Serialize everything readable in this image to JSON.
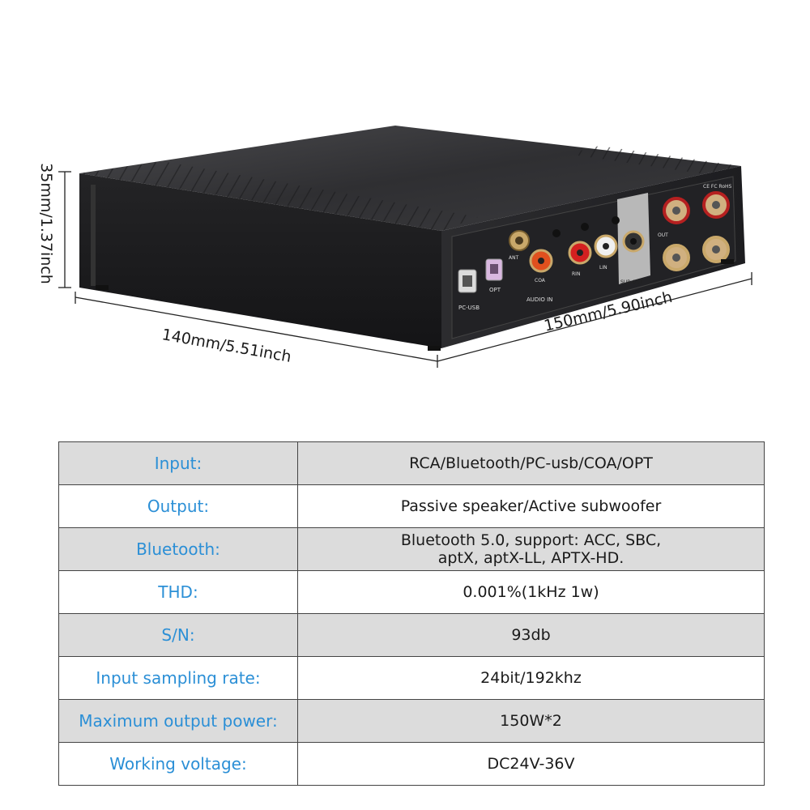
{
  "dimensions": {
    "height": "35mm/1.37inch",
    "width": "140mm/5.51inch",
    "depth": "150mm/5.90inch"
  },
  "panel_labels": {
    "usb": "PC-USB",
    "opt": "OPT",
    "ant": "ANT",
    "coa": "COA",
    "rin": "RIN",
    "lin": "LIN",
    "audio_in": "AUDIO IN",
    "sub_out": "SUB-OUT",
    "out": "OUT",
    "cert": "CE FC RoHS"
  },
  "specs": [
    {
      "label": "Input:",
      "value": [
        "RCA/Bluetooth/PC-usb/COA/OPT"
      ]
    },
    {
      "label": "Output:",
      "value": [
        "Passive speaker/Active subwoofer"
      ]
    },
    {
      "label": "Bluetooth:",
      "value": [
        "Bluetooth 5.0, support: ACC, SBC,",
        "aptX, aptX-LL, APTX-HD."
      ]
    },
    {
      "label": "THD:",
      "value": [
        "0.001%(1kHz 1w)"
      ]
    },
    {
      "label": "S/N:",
      "value": [
        "93db"
      ]
    },
    {
      "label": "Input sampling rate:",
      "value": [
        "24bit/192khz"
      ]
    },
    {
      "label": "Maximum output power:",
      "value": [
        "150W*2"
      ]
    },
    {
      "label": "Working voltage:",
      "value": [
        "DC24V-36V"
      ]
    }
  ],
  "colors": {
    "label": "#2b8fd6",
    "shade": "#dcdcdc",
    "device": "#2a2a2c"
  }
}
